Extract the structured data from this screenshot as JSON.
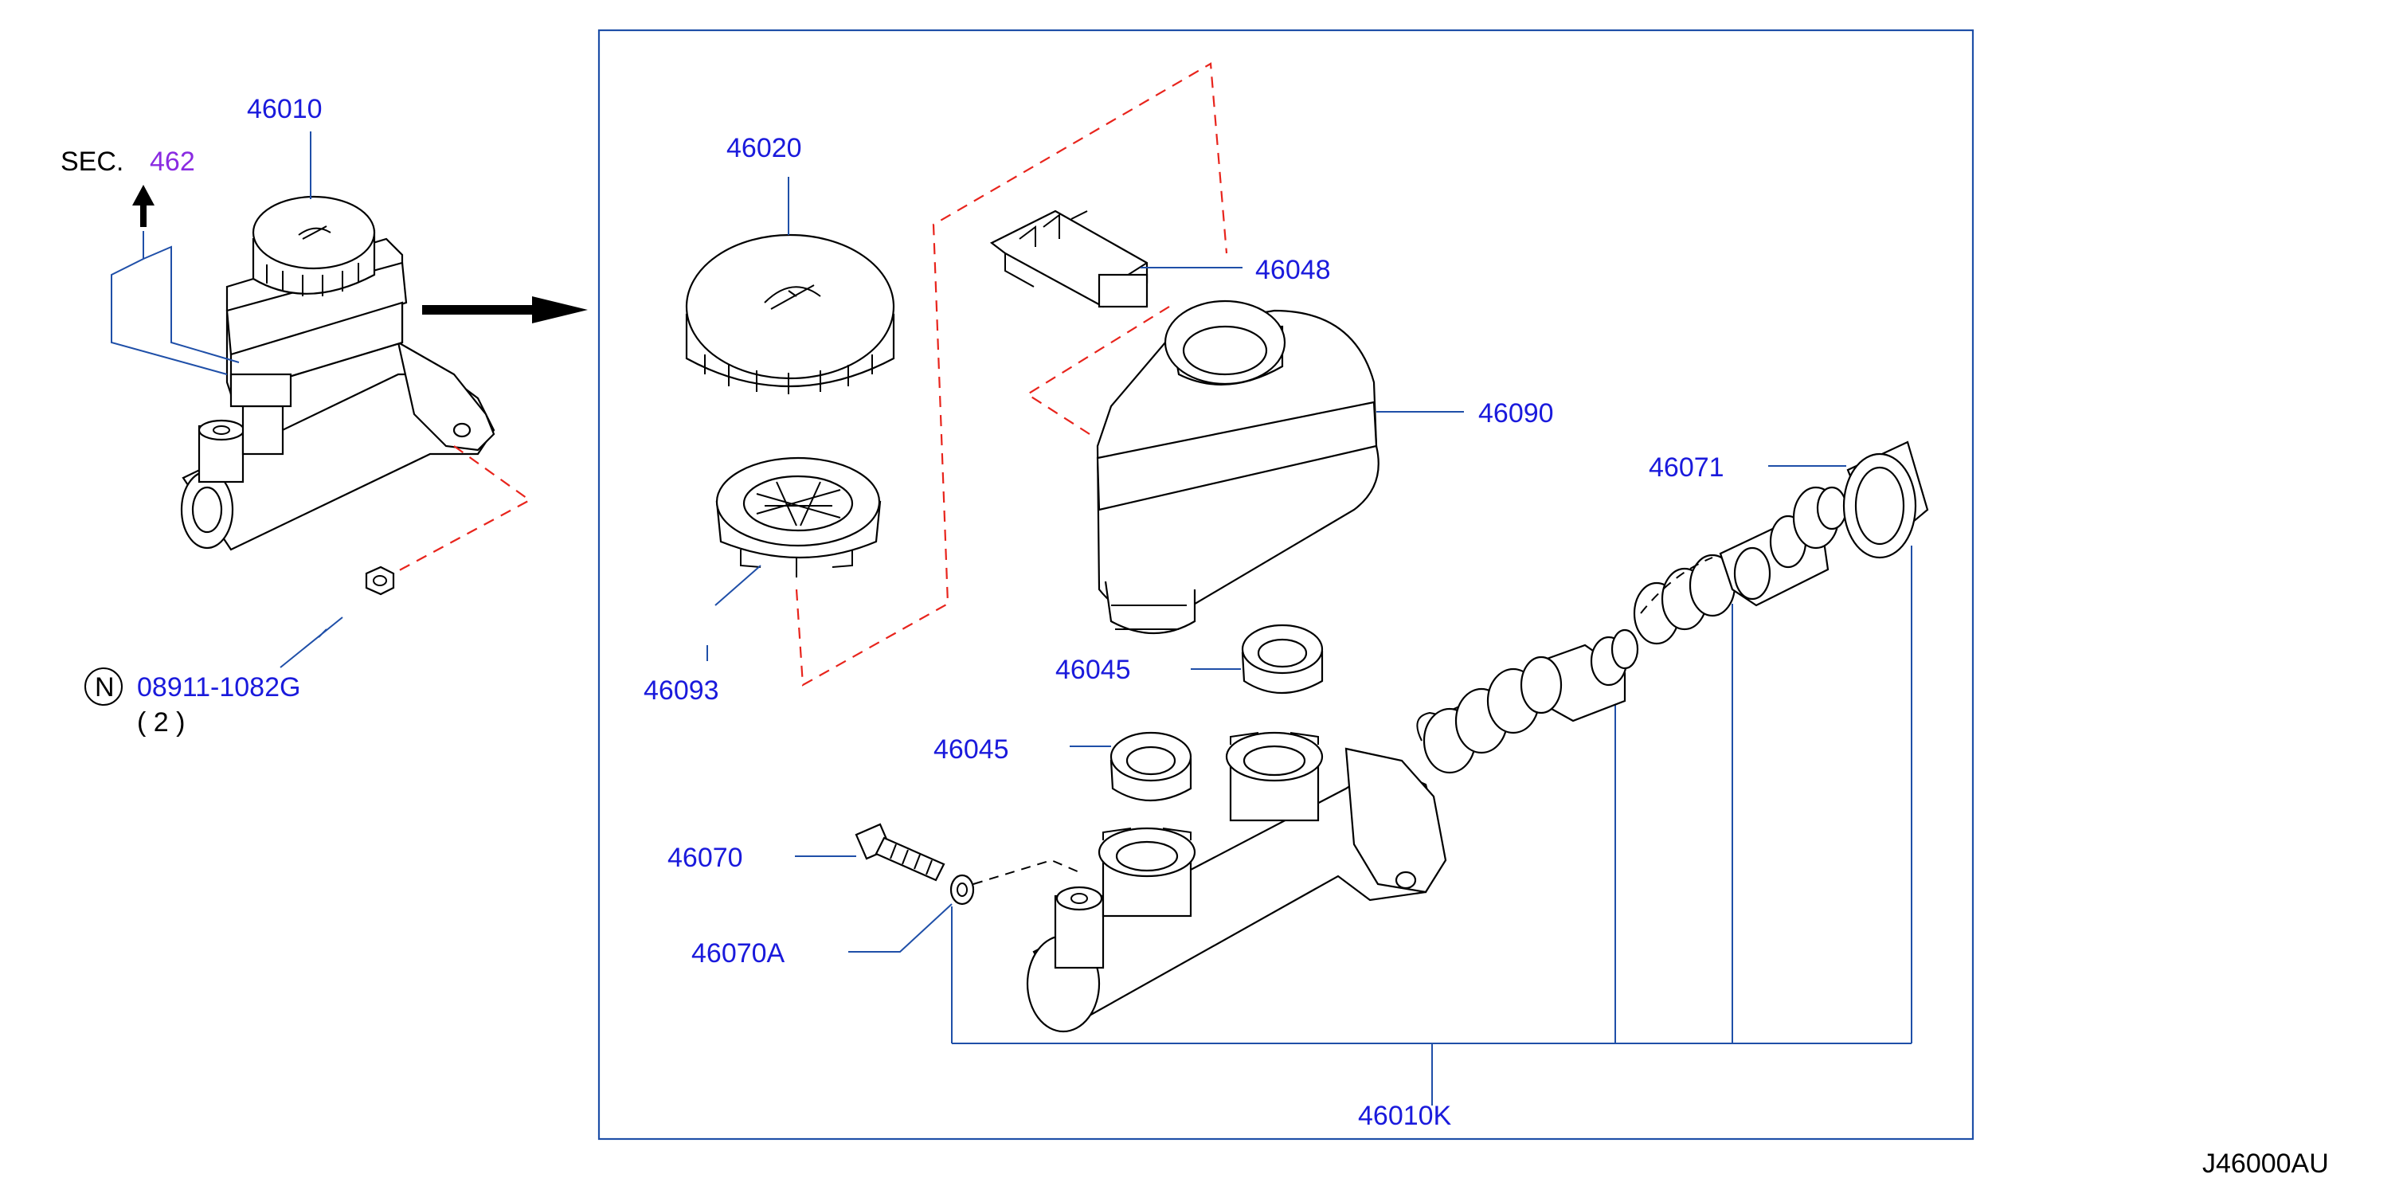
{
  "diagram_id": "J46000AU",
  "section_ref": {
    "prefix": "SEC.",
    "number": "462"
  },
  "nut_note": {
    "symbol": "N",
    "part": "08911-1082G",
    "qty": "( 2 )"
  },
  "colors": {
    "label": "#1a1adc",
    "leader": "#1f4fa8",
    "phantom": "#e8241c",
    "section": "#8a2be2"
  },
  "parts": {
    "p46010": "46010",
    "p46020": "46020",
    "p46093": "46093",
    "p46048": "46048",
    "p46090": "46090",
    "p46071": "46071",
    "p46045a": "46045",
    "p46045b": "46045",
    "p46070": "46070",
    "p46070a": "46070A",
    "p46010k": "46010K"
  }
}
